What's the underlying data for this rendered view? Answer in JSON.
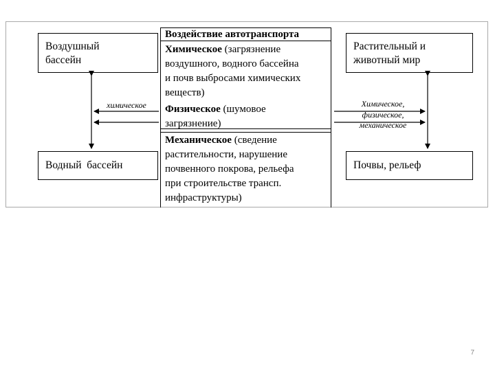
{
  "boxes": {
    "air": [
      "Воздушный",
      "бассейн"
    ],
    "water": "Водный  бассейн",
    "flora_fauna": [
      "Растительный и",
      "животный мир"
    ],
    "soil": "Почвы, рельеф"
  },
  "center": {
    "title": "Воздействие автотранспорта",
    "chemical": {
      "bold": "Химическое",
      "lines": [
        " (загрязнение",
        "воздушного, водного бассейна",
        "и почв выбросами химических",
        "веществ)"
      ]
    },
    "physical": {
      "bold": "Физическое",
      "lines": [
        " (шумовое",
        "загрязнение)"
      ]
    },
    "mechanical": {
      "bold": "Механическое",
      "lines": [
        " (сведение",
        "растительности, нарушение",
        "почвенного покрова, рельефа",
        "при строительстве трансп.",
        "инфраструктуры)"
      ]
    }
  },
  "labels": {
    "left": "химическое",
    "right": [
      "Химическое,",
      "физическое,",
      "механическое"
    ]
  },
  "page_number": "7"
}
